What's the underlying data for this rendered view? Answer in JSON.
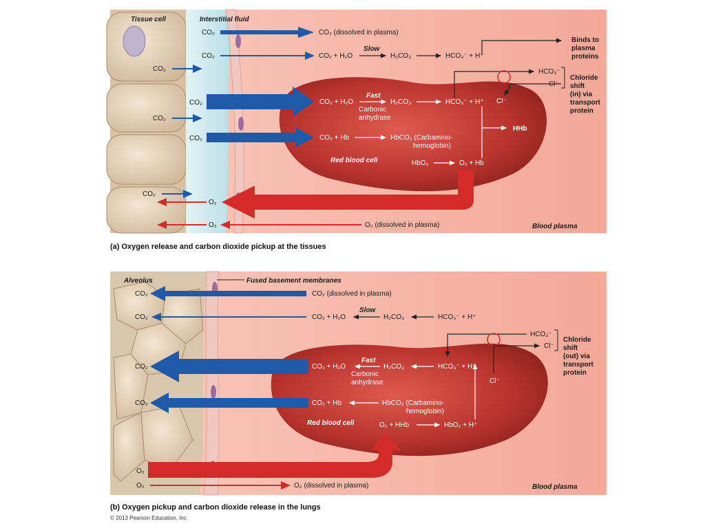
{
  "panel_a": {
    "tissue_cell": "Tissue cell",
    "interstitial_fluid": "Interstitial fluid",
    "co2": "CO₂",
    "co2_dissolved": "CO₂ (dissolved in plasma)",
    "co2_h2o": "CO₂ + H₂O",
    "slow": "Slow",
    "h2co3": "H₂CO₃",
    "hco3_h": "HCO₃⁻ + H⁺",
    "binds_1": "Binds to",
    "binds_2": "plasma",
    "binds_3": "proteins",
    "fast": "Fast",
    "carbonic_1": "Carbonic",
    "carbonic_2": "anhydrase",
    "hco3": "HCO₃⁻",
    "cl": "Cl⁻",
    "chloride_1": "Chloride",
    "chloride_2": "shift",
    "chloride_3": "(in) via",
    "chloride_4": "transport",
    "chloride_5": "protein",
    "hhb": "HHb",
    "co2_hb": "CO₂ + Hb",
    "hbco2_1": "HbCO₂ (Carbamino-",
    "hbco2_2": "hemoglobin)",
    "red_blood_cell": "Red blood cell",
    "hbo2": "HbO₂",
    "o2_hb": "O₂ + Hb",
    "o2": "O₂",
    "o2_dissolved": "O₂ (dissolved in plasma)",
    "blood_plasma": "Blood plasma",
    "caption": "(a) Oxygen release and carbon dioxide pickup at the tissues"
  },
  "panel_b": {
    "alveolus": "Alveolus",
    "fused": "Fused basement membranes",
    "co2": "CO₂",
    "co2_dissolved": "CO₂ (dissolved in plasma)",
    "co2_h2o": "CO₂ + H₂O",
    "slow": "Slow",
    "h2co3": "H₂CO₃",
    "hco3_h": "HCO₃⁻ + H⁺",
    "hco3": "HCO₃⁻",
    "cl": "Cl⁻",
    "chloride_1": "Chloride",
    "chloride_2": "shift",
    "chloride_3": "(out) via",
    "chloride_4": "transport",
    "chloride_5": "protein",
    "fast": "Fast",
    "carbonic_1": "Carbonic",
    "carbonic_2": "anhydrase",
    "co2_hb": "CO₂ + Hb",
    "hbco2_1": "HbCO₂ (Carbamino-",
    "hbco2_2": "hemoglobin)",
    "red_blood_cell": "Red blood cell",
    "o2_hhb": "O₂ + HHb",
    "hbo2_h": "HbO₂ + H⁺",
    "o2": "O₂",
    "o2_dissolved": "O₂ (dissolved in plasma)",
    "blood_plasma": "Blood plasma",
    "caption": "(b) Oxygen pickup and carbon dioxide release in the lungs"
  },
  "copyright": "© 2013 Pearson Education, Inc.",
  "colors": {
    "plasma": "#f6b8a8",
    "rbc": "#b3322c",
    "blue_arrow": "#1f5aa8",
    "red_arrow": "#d42a2a",
    "fluid": "#cfe9ee",
    "cell": "#e6d2b8"
  }
}
